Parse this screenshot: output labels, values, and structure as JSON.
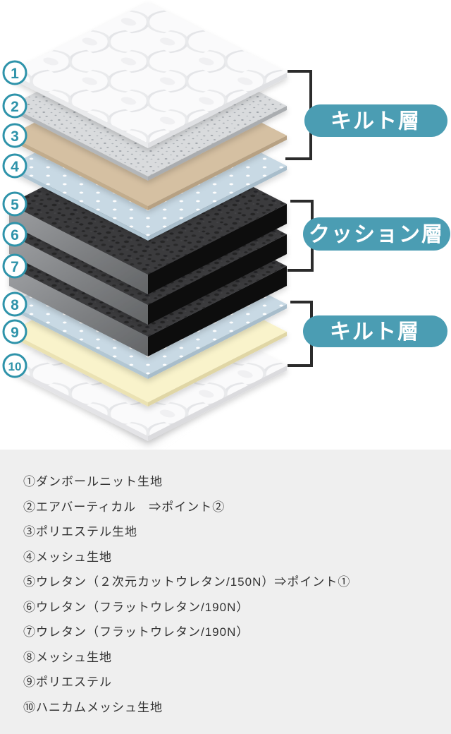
{
  "diagram": {
    "layers": [
      {
        "number": "1"
      },
      {
        "number": "2"
      },
      {
        "number": "3"
      },
      {
        "number": "4"
      },
      {
        "number": "5"
      },
      {
        "number": "6"
      },
      {
        "number": "7"
      },
      {
        "number": "8"
      },
      {
        "number": "9"
      },
      {
        "number": "10"
      }
    ],
    "groups": [
      {
        "label": "キルト層"
      },
      {
        "label": "クッション層"
      },
      {
        "label": "キルト層"
      }
    ]
  },
  "legend": {
    "items": [
      "①ダンボールニット生地",
      "②エアバーティカル　⇒ポイント②",
      "③ポリエステル生地",
      "④メッシュ生地",
      "⑤ウレタン（２次元カットウレタン/150N）⇒ポイント①",
      "⑥ウレタン（フラットウレタン/190N）",
      "⑦ウレタン（フラットウレタン/190N）",
      "⑧メッシュ生地",
      "⑨ポリエステル",
      "⑩ハニカムメッシュ生地"
    ]
  },
  "colors": {
    "accent_teal_badge": "#2e93aa",
    "pill_teal": "#4b9db3",
    "bracket": "#2b2b2b",
    "legend_background": "#efefef",
    "foam_dark": "#3a3a3d",
    "fabric_blue_dots": "#c8d9e4",
    "fabric_tan": "#d5c0a2",
    "fabric_yellow": "#f9f3cb"
  }
}
